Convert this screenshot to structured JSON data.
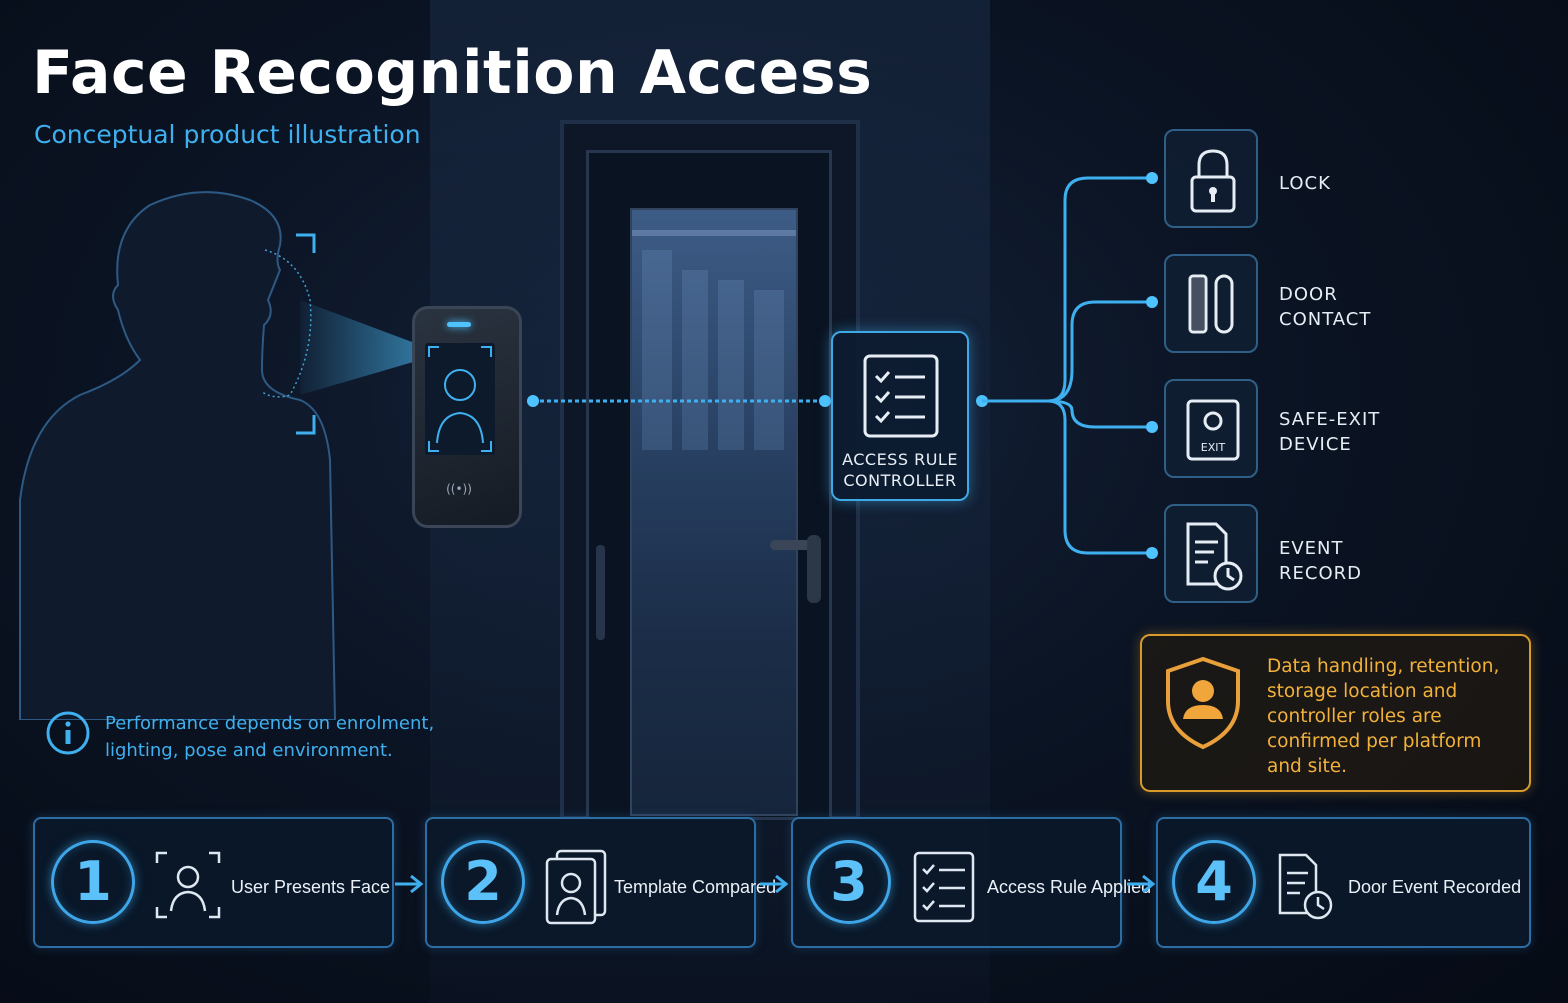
{
  "header": {
    "title": "Face Recognition Access",
    "subtitle": "Conceptual product illustration"
  },
  "reader": {
    "nfc_label": "((•))"
  },
  "controller": {
    "label": "ACCESS RULE\nCONTROLLER",
    "icon": "checklist-icon"
  },
  "outputs": [
    {
      "label": "LOCK",
      "icon": "lock-icon"
    },
    {
      "label": "DOOR\nCONTACT",
      "icon": "door-contact-icon"
    },
    {
      "label": "SAFE-EXIT\nDEVICE",
      "icon": "exit-device-icon",
      "icon_text": "EXIT"
    },
    {
      "label": "EVENT\nRECORD",
      "icon": "event-record-icon"
    }
  ],
  "info_note": {
    "text": "Performance depends on enrolment, lighting, pose and environment.",
    "icon": "info-icon"
  },
  "notice": {
    "text": "Data handling, retention, storage location and controller roles are confirmed per platform and site.",
    "icon": "shield-user-icon"
  },
  "steps": [
    {
      "number": "1",
      "label": "User Presents Face",
      "icon": "face-scan-icon"
    },
    {
      "number": "2",
      "label": "Template Compared",
      "icon": "template-icon"
    },
    {
      "number": "3",
      "label": "Access Rule Applied",
      "icon": "checklist-icon"
    },
    {
      "number": "4",
      "label": "Door Event Recorded",
      "icon": "event-record-icon"
    }
  ],
  "colors": {
    "accent": "#3fb0ef",
    "warning": "#f3b13a",
    "background": "#0b1424"
  }
}
